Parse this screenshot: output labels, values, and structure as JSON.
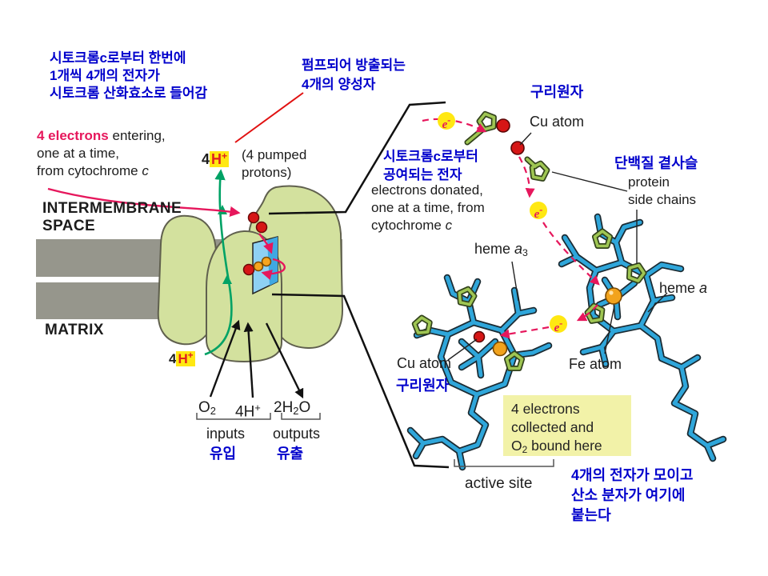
{
  "colors": {
    "annotation_blue": "#0000cc",
    "crimson": "#e6175c",
    "highlight_yellow": "#ffe812",
    "note_box_yellow": "#f2f2a8",
    "membrane_gray": "#96968c",
    "enzyme_green": "#d3e19e",
    "molecule_blue": "#2fa6da",
    "side_chain_green": "#9fc653",
    "proton_red": "#e02020"
  },
  "korean": {
    "entering": [
      "시토크롬c로부터 한번에",
      "1개씩 4개의 전자가",
      "시토크롬 산화효소로 들어감"
    ],
    "pumped": [
      "펌프되어 방출되는",
      "4개의 양성자"
    ],
    "copper_top": "구리원자",
    "donated": [
      "시토크롬c로부터",
      "공여되는 전자"
    ],
    "side_chains": "단백질 곁사슬",
    "copper_bottom": "구리원자",
    "inputs": "유입",
    "outputs": "유출",
    "collected": [
      "4개의 전자가 모이고",
      "산소 분자가 여기에",
      "붙는다"
    ]
  },
  "membrane": {
    "entering": {
      "red": "4 electrons",
      "rest": " entering,",
      "line2": "one at a time,",
      "line3_pre": "from cytochrome ",
      "line3_it": "c"
    },
    "proton_top": {
      "num": "4",
      "h": "H",
      "plus": "+",
      "paren1": "(4 pumped",
      "paren2": "protons)"
    },
    "region_top": [
      "INTERMEMBRANE",
      "SPACE"
    ],
    "region_bottom": "MATRIX",
    "proton_bottom": {
      "num": "4",
      "h": "H",
      "plus": "+"
    },
    "io": {
      "o2_base": "O",
      "o2_sub": "2",
      "h4_base": "4H",
      "h4_sup": "+",
      "w_pre": "2H",
      "w_sub": "2",
      "w_post": "O",
      "inputs": "inputs",
      "outputs": "outputs"
    }
  },
  "detail": {
    "cu_atom_top": "Cu atom",
    "donated": {
      "line1": "electrons donated,",
      "line2": "one at a time, from",
      "line3_pre": "cytochrome ",
      "line3_it": "c"
    },
    "protein_side_chains": [
      "protein",
      "side chains"
    ],
    "heme_a3": {
      "pre": "heme ",
      "it": "a",
      "sub": "3"
    },
    "heme_a": {
      "pre": "heme ",
      "it": "a"
    },
    "fe_atom": "Fe atom",
    "cu_atom_bottom": "Cu atom",
    "note_box": {
      "line1": "4 electrons",
      "line2": "collected and",
      "line3_pre": "O",
      "line3_sub": "2",
      "line3_post": " bound here"
    },
    "active_site": "active site",
    "electron": {
      "e": "e",
      "minus": "-"
    }
  }
}
